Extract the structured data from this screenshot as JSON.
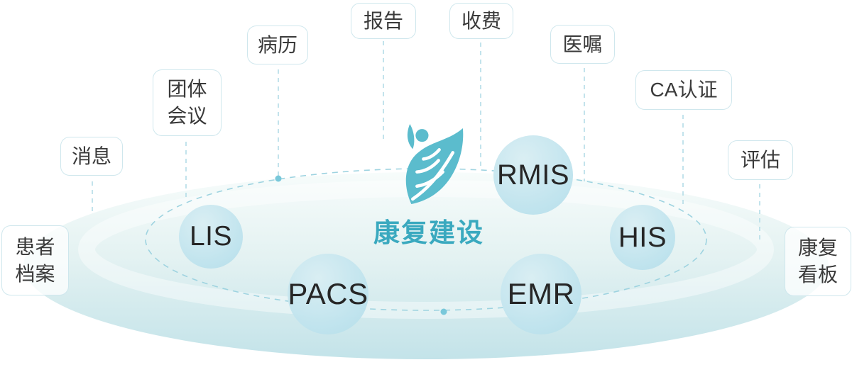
{
  "diagram": {
    "title": "康复建设",
    "systems": [
      {
        "label": "LIS"
      },
      {
        "label": "PACS"
      },
      {
        "label": "RMIS"
      },
      {
        "label": "HIS"
      },
      {
        "label": "EMR"
      }
    ],
    "features": [
      {
        "label": "消息"
      },
      {
        "label": "团体\n会议"
      },
      {
        "label": "病历"
      },
      {
        "label": "报告"
      },
      {
        "label": "收费"
      },
      {
        "label": "医嘱"
      },
      {
        "label": "CA认证"
      },
      {
        "label": "评估"
      },
      {
        "label": "患者\n档案"
      },
      {
        "label": "康复\n看板"
      }
    ],
    "colors": {
      "logo_teal": "#5bbccd",
      "title_teal": "#3aa9bf",
      "circle_fill": "#c6e5ee",
      "dashed_line": "#a9d8e4",
      "disc_top": "#f5fbfa",
      "disc_bottom": "#c3e3e9",
      "tag_border": "#cfe6ec",
      "text_dark": "#3a3a3a"
    }
  }
}
